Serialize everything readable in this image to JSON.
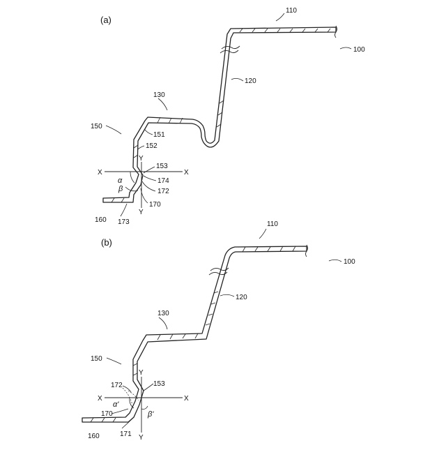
{
  "figure_a": {
    "panel_label": "(a)",
    "labels": {
      "l110": "110",
      "l100": "100",
      "l120": "120",
      "l130": "130",
      "l150": "150",
      "l151": "151",
      "l152": "152",
      "l153": "153",
      "l174": "174",
      "l172": "172",
      "l170": "170",
      "l160": "160",
      "l173": "173",
      "alpha": "α",
      "beta": "β",
      "x_left": "X",
      "x_right": "X",
      "y_top": "Y",
      "y_bottom": "Y"
    }
  },
  "figure_b": {
    "panel_label": "(b)",
    "labels": {
      "l110": "110",
      "l100": "100",
      "l120": "120",
      "l130": "130",
      "l150": "150",
      "l153": "153",
      "l172": "172",
      "l170": "170",
      "l160": "160",
      "l171": "171",
      "alpha": "α'",
      "beta": "β'",
      "x_left": "X",
      "x_right": "X",
      "y_top": "Y",
      "y_bottom": "Y"
    }
  }
}
